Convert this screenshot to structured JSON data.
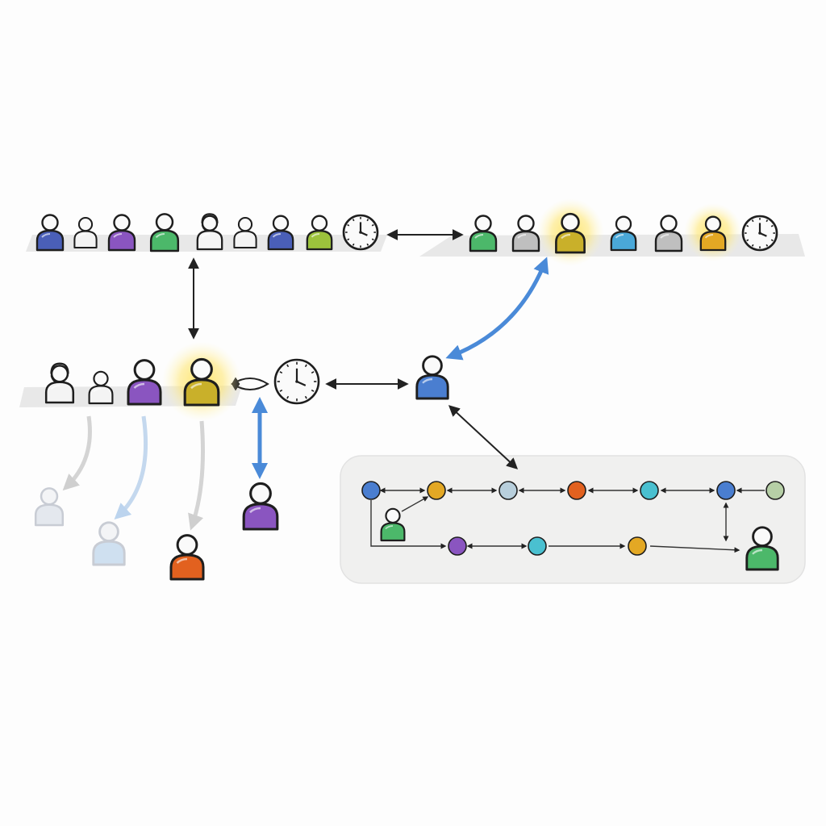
{
  "colors": {
    "navy": "#4a5fb8",
    "purple": "#8a55c0",
    "green": "#4cb86a",
    "lime": "#9cc23c",
    "gray": "#bfbfbf",
    "white": "#f4f4f4",
    "olive": "#c9b02a",
    "sky": "#4aa8d8",
    "gold": "#e3a824",
    "orange": "#e2611f",
    "blue": "#4a7ed0",
    "faded_gray": "#e4e8ee",
    "faded_blue": "#cfe0f0",
    "highlight": "#ffe15a",
    "arrow_dark": "#222222",
    "arrow_blue": "#4a8ad8",
    "panel": "#f0f0ef",
    "shelf": "#e6e6e6"
  },
  "queues": [
    {
      "name": "top-left",
      "people": [
        "navy",
        "white",
        "purple",
        "green",
        "white-headset",
        "white",
        "navy",
        "lime"
      ]
    },
    {
      "name": "top-right",
      "people": [
        "green",
        "gray",
        "olive-highlighted",
        "sky",
        "gray",
        "gold-highlighted"
      ]
    },
    {
      "name": "middle-left",
      "people": [
        "white-headset",
        "white",
        "purple",
        "olive-highlighted"
      ]
    }
  ],
  "dispatched": [
    "faded-gray",
    "faded-blue",
    "orange",
    "purple"
  ],
  "hub_person": "blue",
  "network": {
    "top_row_nodes": [
      "blue",
      "gold",
      "gray-blue",
      "orange",
      "teal",
      "blue",
      "sage"
    ],
    "bottom_row_nodes": [
      "purple",
      "teal",
      "gold"
    ],
    "endpoint_people": [
      "green",
      "green"
    ]
  },
  "icons": [
    "person-icon",
    "clock-icon",
    "arrow-icon"
  ]
}
